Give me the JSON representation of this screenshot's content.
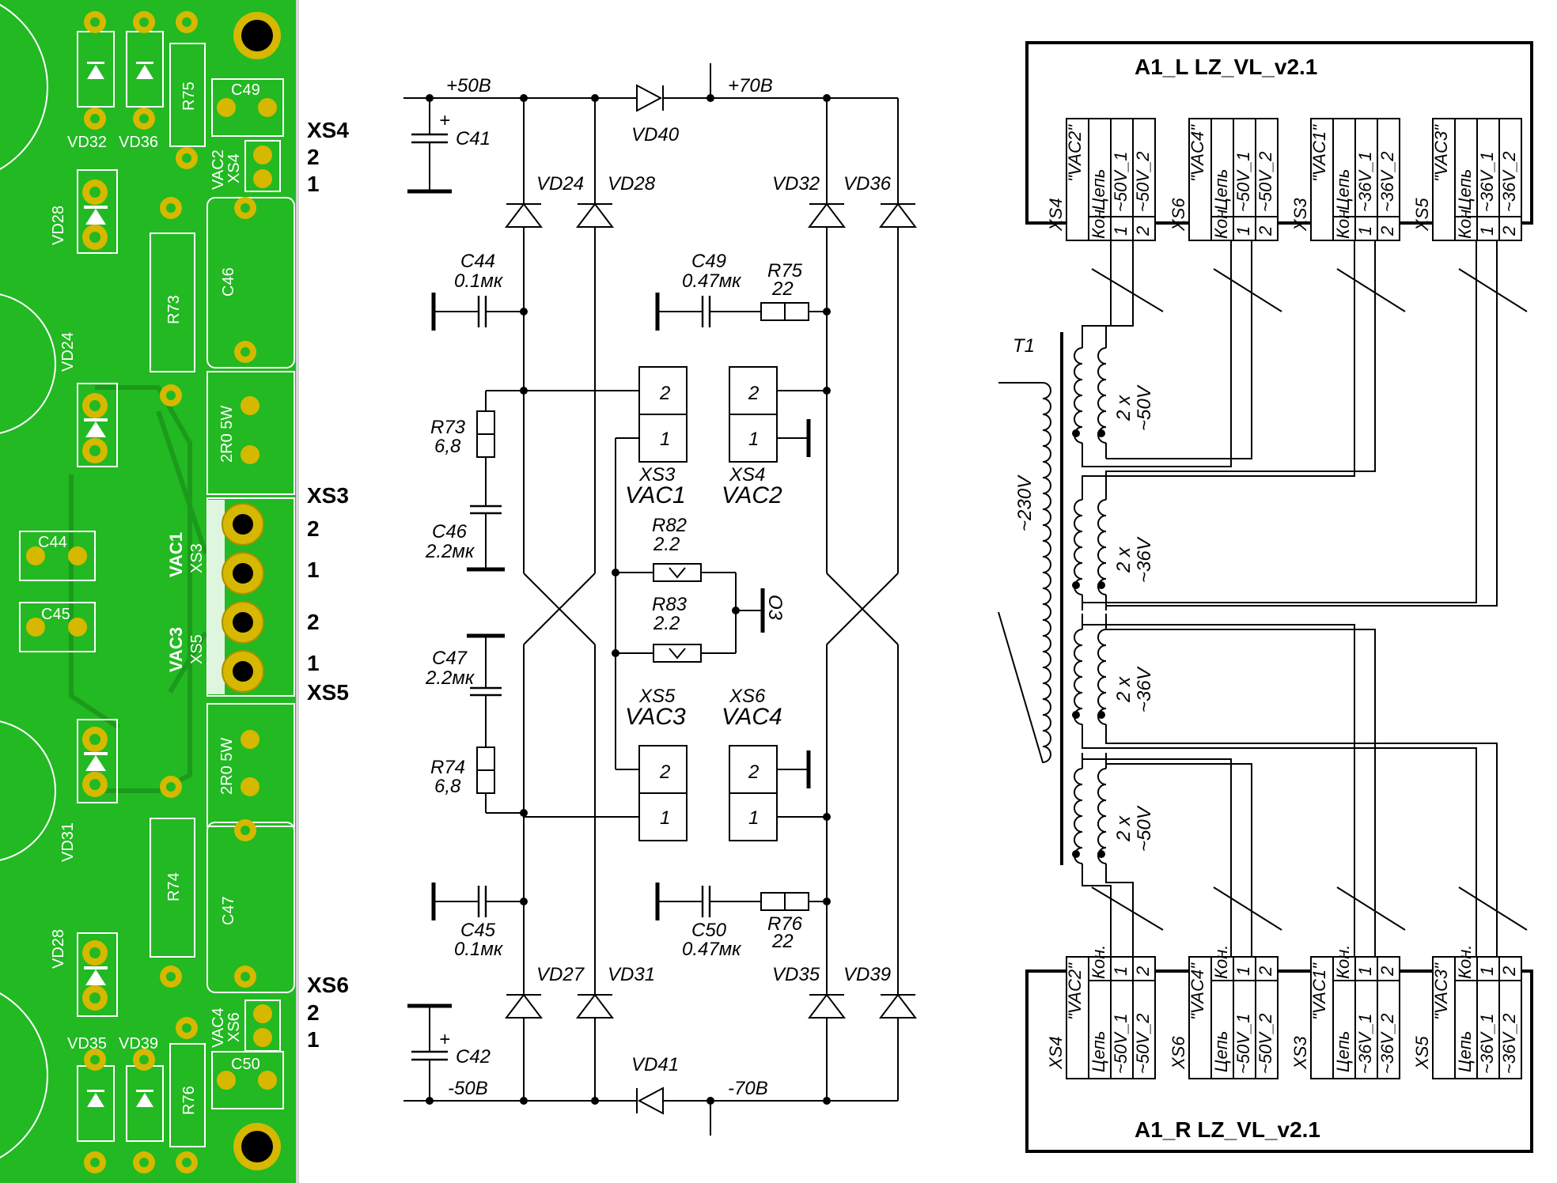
{
  "pcb": {
    "labels": {
      "vd32": "VD32",
      "vd36": "VD36",
      "r75": "R75",
      "c49": "C49",
      "vac2": "VAC2",
      "xs4": "XS4",
      "vd28a": "VD28",
      "r73": "R73",
      "c46": "C46",
      "vd24": "VD24",
      "r2r0a": "2R0 5W",
      "c44": "C44",
      "c45": "C45",
      "vac1": "VAC1",
      "xs3": "XS3",
      "vac3": "VAC3",
      "xs5": "XS5",
      "vd31": "VD31",
      "r2r0b": "2R0 5W",
      "r74": "R74",
      "c47": "C47",
      "vd28b": "VD28",
      "vac4": "VAC4",
      "xs6": "XS6",
      "vd35": "VD35",
      "vd39": "VD39",
      "r76": "R76",
      "c50": "C50"
    },
    "side": {
      "xs4": "XS4",
      "two": "2",
      "one": "1",
      "xs3": "XS3",
      "xs5": "XS5",
      "xs6": "XS6"
    },
    "colors": {
      "board": "#22b922",
      "trace": "#1f9b1f",
      "pad": "#d6b800",
      "silk": "#ffffff"
    }
  },
  "schematic": {
    "p50": "+50В",
    "p70": "+70В",
    "m50": "-50В",
    "m70": "-70В",
    "c41": "C41",
    "c42": "C42",
    "vd40": "VD40",
    "vd41": "VD41",
    "vd24": "VD24",
    "vd28": "VD28",
    "vd32": "VD32",
    "vd36": "VD36",
    "vd27": "VD27",
    "vd31": "VD31",
    "vd35": "VD35",
    "vd39": "VD39",
    "c44": "C44",
    "c44v": "0.1мк",
    "c49": "C49",
    "c49v": "0.47мк",
    "r75": "R75",
    "r75v": "22",
    "c45": "C45",
    "c45v": "0.1мк",
    "c50": "C50",
    "c50v": "0.47мк",
    "r76": "R76",
    "r76v": "22",
    "r73": "R73",
    "r73v": "6,8",
    "c46": "C46",
    "c46v": "2.2мк",
    "c47": "C47",
    "c47v": "2.2мк",
    "r74": "R74",
    "r74v": "6,8",
    "r82": "R82",
    "r82v": "2.2",
    "r83": "R83",
    "r83v": "2.2",
    "o3": "O3",
    "xs3": "XS3",
    "vac1": "VAC1",
    "xs4": "XS4",
    "vac2": "VAC2",
    "xs5": "XS5",
    "vac3": "VAC3",
    "xs6": "XS6",
    "vac4": "VAC4",
    "pin2": "2",
    "pin1": "1"
  },
  "transformer": {
    "top_title": "A1_L   LZ_VL_v2.1",
    "bottom_title": "A1_R   LZ_VL_v2.1",
    "t1": "T1",
    "primary": "~230V",
    "w50": "2 x\n~50V",
    "w36": "2 x\n~36V",
    "kon": "Кон",
    "kon_dot": "Кон.",
    "cep": "Цепь",
    "connectors": [
      {
        "xs": "XS4",
        "vac": "\"VAC2\"",
        "n1": "~50V_1",
        "n2": "~50V_2"
      },
      {
        "xs": "XS6",
        "vac": "\"VAC4\"",
        "n1": "~50V_1",
        "n2": "~50V_2"
      },
      {
        "xs": "XS3",
        "vac": "\"VAC1\"",
        "n1": "~36V_1",
        "n2": "~36V_2"
      },
      {
        "xs": "XS5",
        "vac": "\"VAC3\"",
        "n1": "~36V_1",
        "n2": "~36V_2"
      }
    ],
    "pin1": "1",
    "pin2": "2",
    "w50_l1": "2 x",
    "w50_l2": "~50V",
    "w36_l1": "2 x",
    "w36_l2": "~36V"
  }
}
